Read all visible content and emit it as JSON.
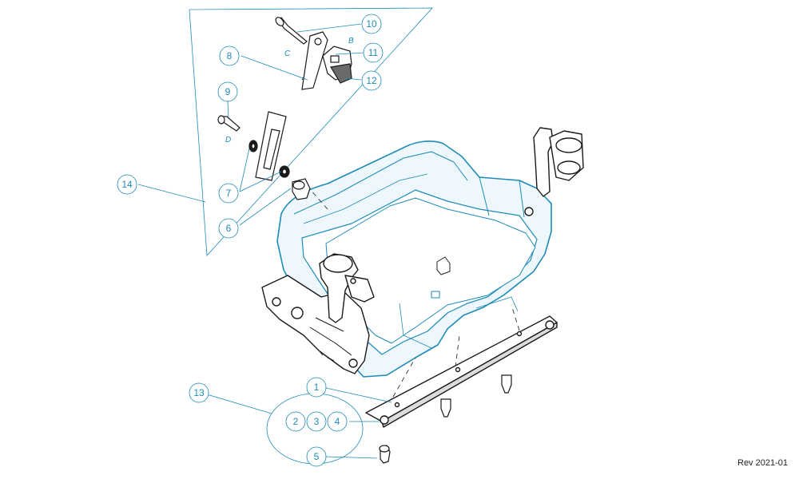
{
  "callouts": {
    "c1": "1",
    "c2": "2",
    "c3": "3",
    "c4": "4",
    "c5": "5",
    "c6": "6",
    "c7": "7",
    "c8": "8",
    "c9": "9",
    "c10": "10",
    "c11": "11",
    "c12": "12",
    "c13": "13",
    "c14": "14"
  },
  "view_labels": {
    "b": "B",
    "c": "C",
    "d": "D"
  },
  "revision": "Rev 2021-01",
  "colors": {
    "line": "#1d8bb8",
    "part_fill": "#eef7fb",
    "dark": "#1a1a1a",
    "background": "#ffffff"
  }
}
